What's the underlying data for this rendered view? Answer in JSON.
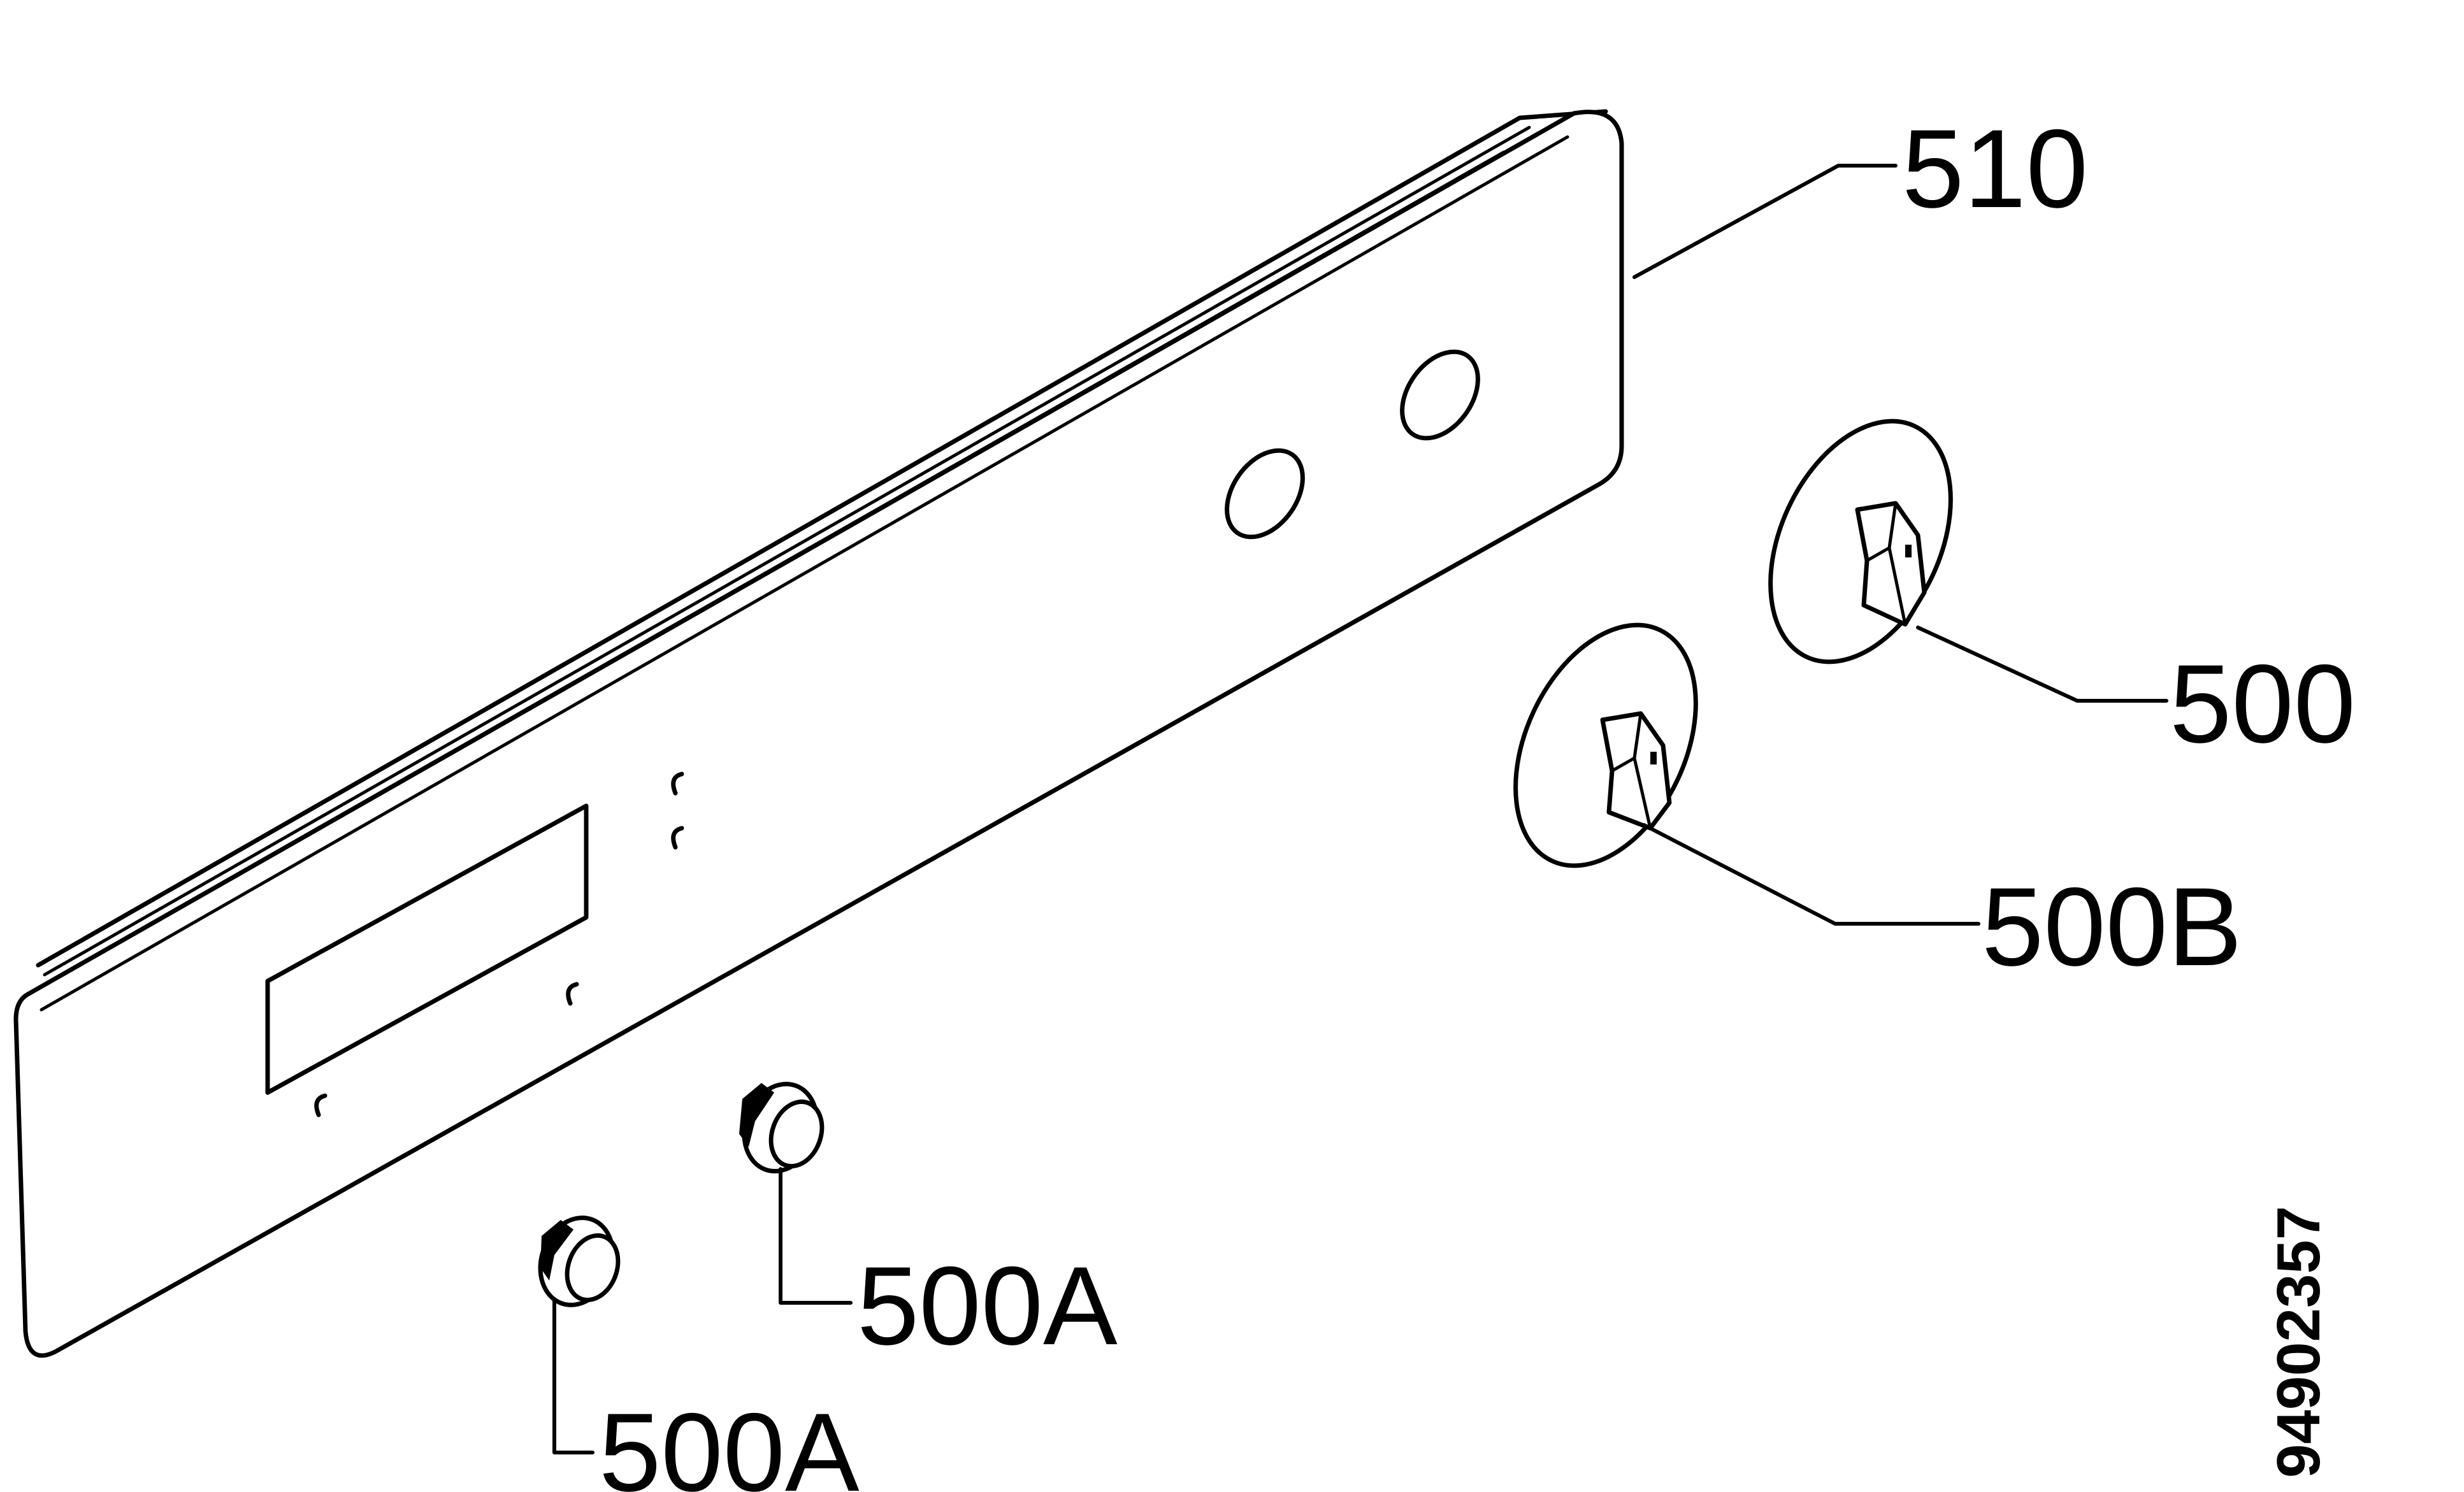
{
  "callouts": [
    {
      "id": "panel",
      "text": "510"
    },
    {
      "id": "knob-upper",
      "text": "500"
    },
    {
      "id": "knob-lower",
      "text": "500B"
    },
    {
      "id": "small-knob-right",
      "text": "500A"
    },
    {
      "id": "small-knob-left",
      "text": "500A"
    }
  ],
  "drawing_number": "94902357"
}
